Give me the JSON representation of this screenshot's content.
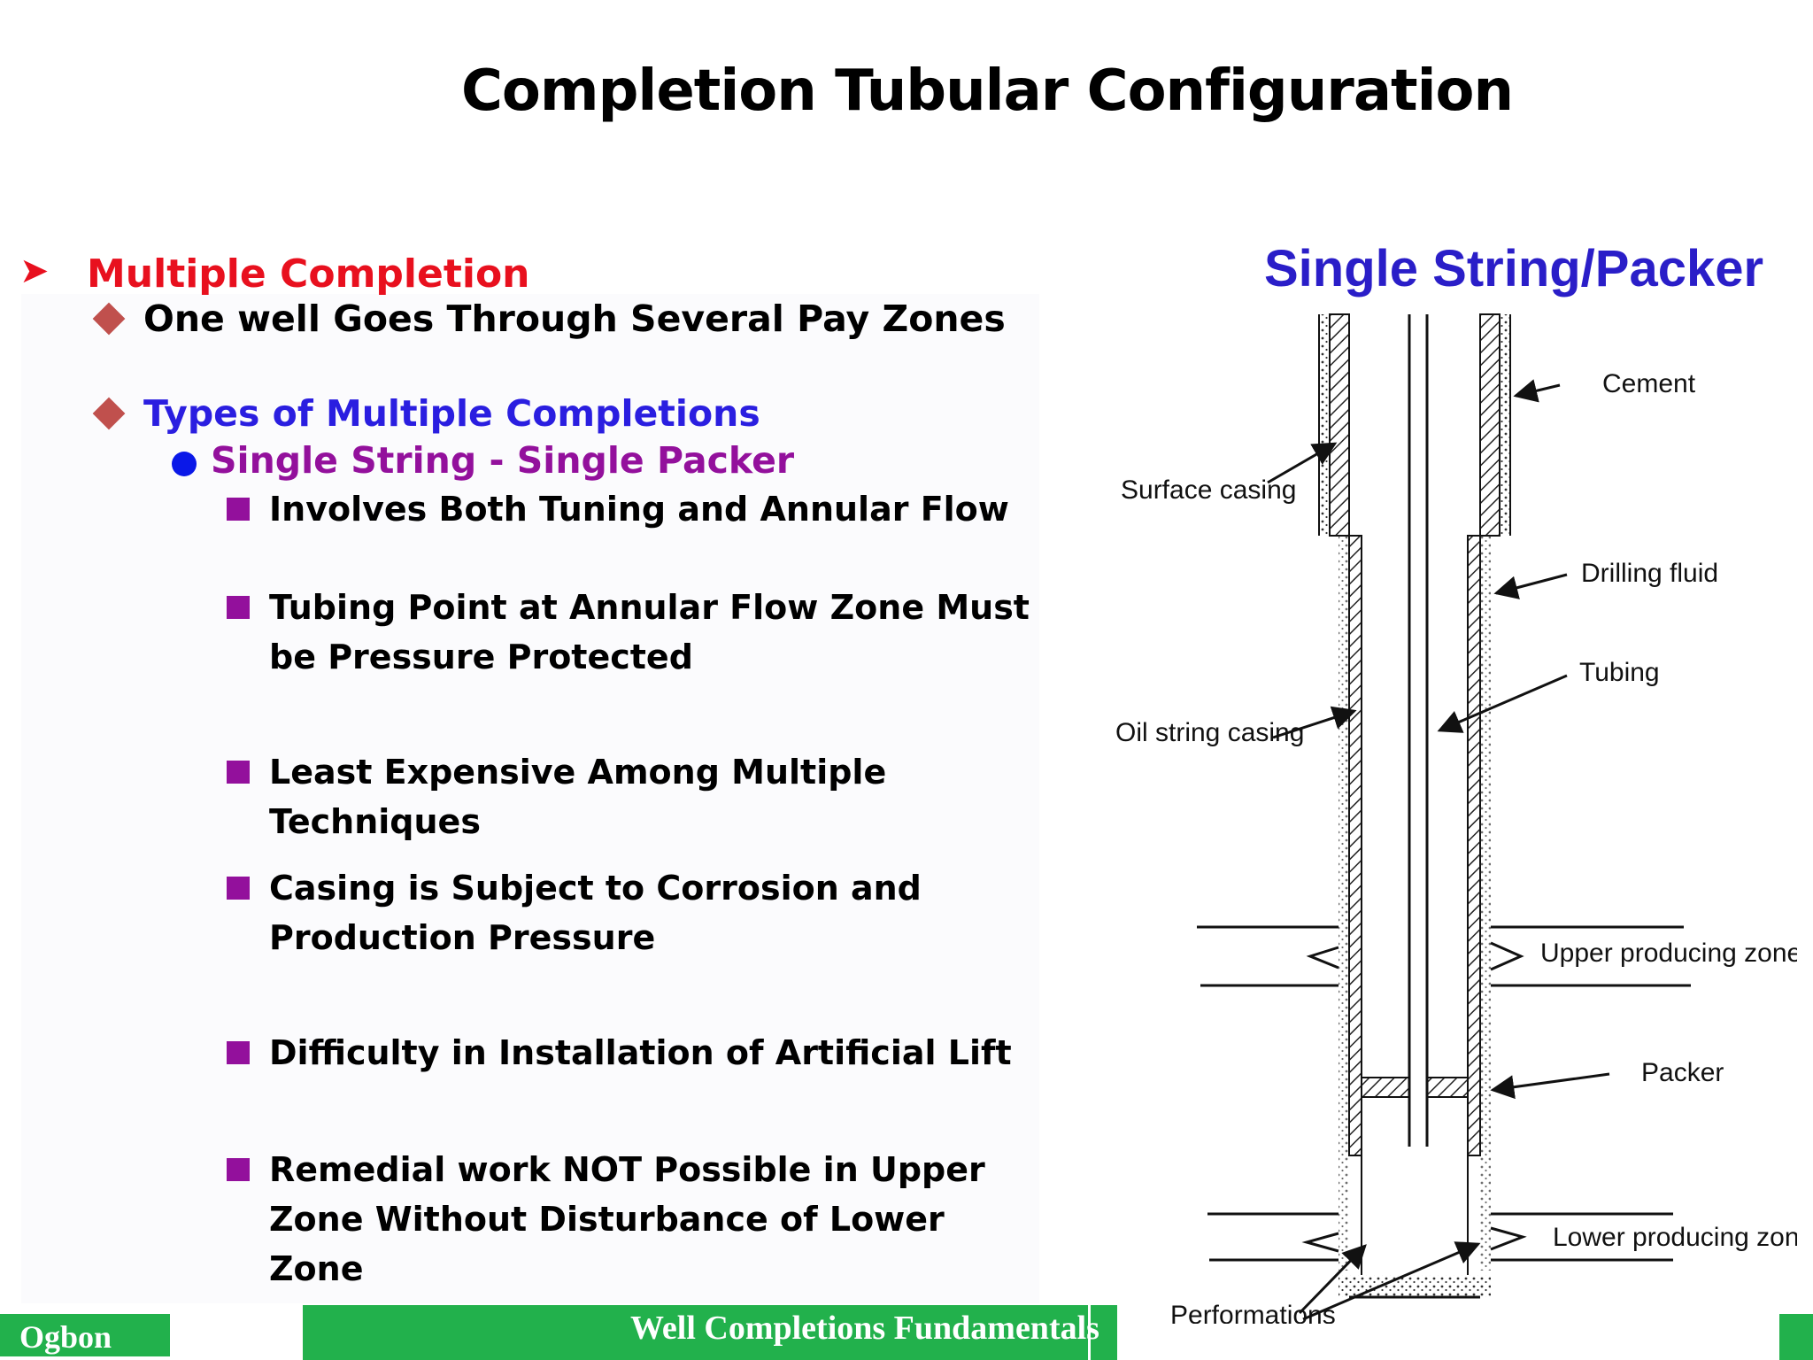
{
  "title": "Completion Tubular Configuration",
  "outline": {
    "heading": "Multiple Completion",
    "point_1": "One well Goes Through Several Pay Zones",
    "point_2": "Types of Multiple Completions",
    "subtype": "Single String - Single Packer",
    "details": [
      "Involves Both Tuning and Annular Flow",
      "Tubing Point at Annular Flow Zone Must be Pressure Protected",
      "Least Expensive Among Multiple Techniques",
      "Casing is Subject to Corrosion and Production Pressure",
      "Difficulty in Installation of Artificial Lift",
      "Remedial work NOT Possible in Upper Zone Without Disturbance of Lower Zone"
    ]
  },
  "figure": {
    "title": "Single String/Packer",
    "labels": {
      "cement": "Cement",
      "surface_casing": "Surface casing",
      "drilling_fluid": "Drilling fluid",
      "tubing": "Tubing",
      "oil_string_casing": "Oil string casing",
      "upper_zone": "Upper producing zone",
      "packer": "Packer",
      "lower_zone": "Lower producing zone",
      "perforations": "Performations"
    }
  },
  "footer": {
    "author": "Ogbon",
    "course": "Well Completions Fundamentals"
  },
  "colors": {
    "heading_red": "#e8101e",
    "blue_heading": "#2a1ee0",
    "purple": "#93109c",
    "diamond": "#c0504d",
    "dot": "#0a18e8",
    "footer_green": "#22b14c",
    "figure_title": "#2a1ec8"
  }
}
